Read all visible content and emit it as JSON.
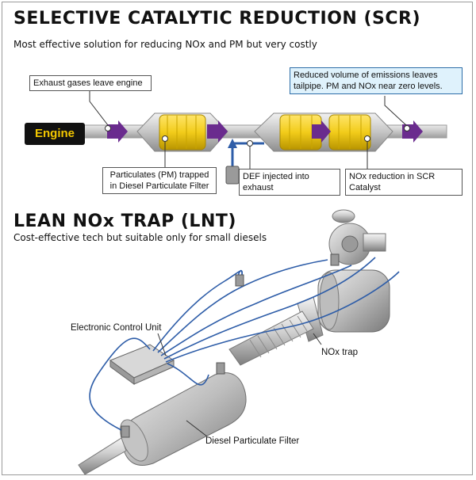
{
  "scr": {
    "title": "SELECTIVE CATALYTIC REDUCTION (SCR)",
    "subtitle": "Most effective solution for reducing NOx and PM but very costly",
    "engine_label": "Engine",
    "callout_exhaust": "Exhaust gases leave engine",
    "callout_tailpipe": "Reduced volume of emissions leaves tailpipe. PM and NOx near zero levels.",
    "callout_particulates": "Particulates (PM) trapped in Diesel Particulate Filter",
    "callout_def": "DEF injected into exhaust",
    "callout_nox": "NOx reduction in SCR Catalyst"
  },
  "lnt": {
    "title": "LEAN NOx TRAP (LNT)",
    "subtitle": "Cost-effective tech but suitable only for small diesels",
    "label_ecu": "Electronic Control Unit",
    "label_nox_trap": "NOx trap",
    "label_dpf": "Diesel Particulate Filter"
  },
  "colors": {
    "arrow_purple": "#6a2b8e",
    "catalyst_yellow": "#f2cc1a",
    "pipe_blue": "#2e5da8",
    "callout_blue": "#dff2fc"
  }
}
